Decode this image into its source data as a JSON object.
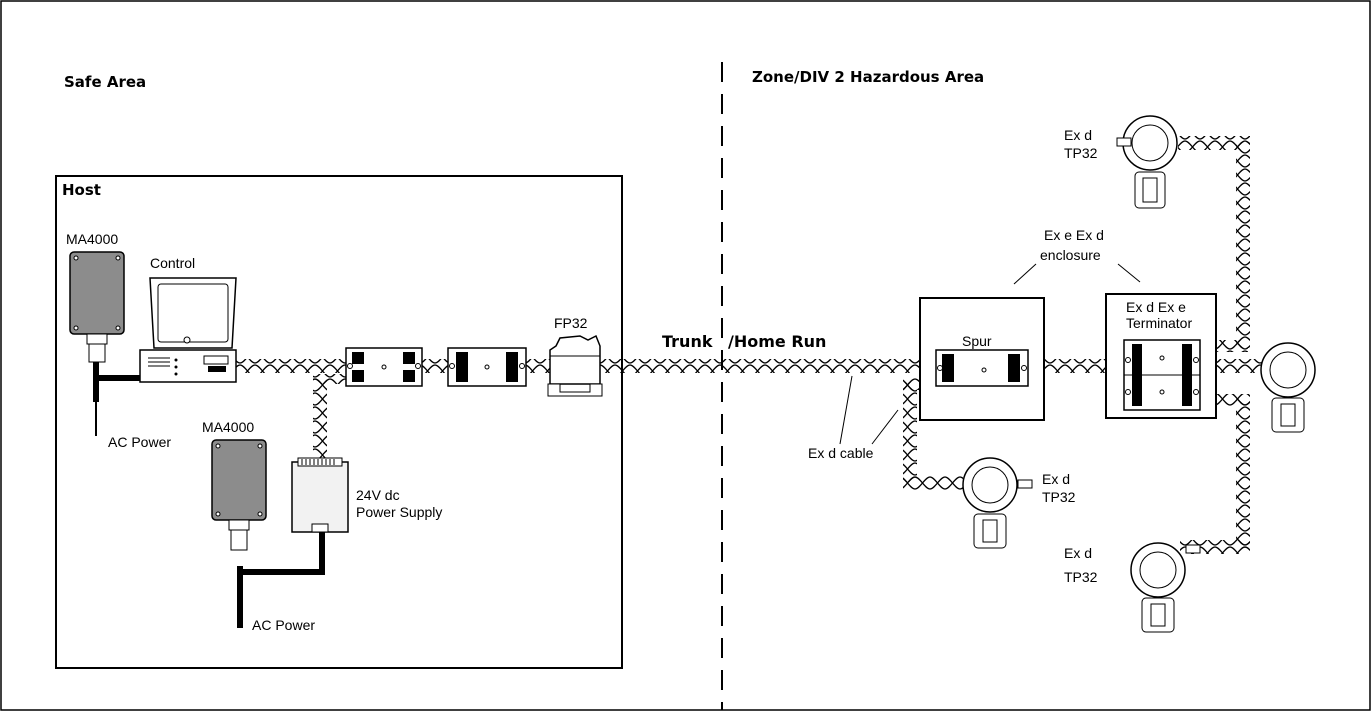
{
  "areas": {
    "safe": "Safe Area",
    "hazardous": "Zone/DIV 2 Hazardous Area"
  },
  "host": {
    "title": "Host",
    "ma4000_top": "MA4000",
    "control": "Control",
    "ac_power_top": "AC Power",
    "ma4000_bottom": "MA4000",
    "ac_power_bottom": "AC Power",
    "power_supply_line1": "24V dc",
    "power_supply_line2": "Power Supply",
    "fp32": "FP32"
  },
  "trunk": {
    "label_left": "Trunk",
    "label_right": "/Home Run"
  },
  "hazardous": {
    "spur": "Spur",
    "enclosure_line1": "Ex e Ex d",
    "enclosure_line2": "enclosure",
    "terminator_line1": "Ex d Ex e",
    "terminator_line2": "Terminator",
    "cable": "Ex d cable",
    "tp_top_line1": "Ex d",
    "tp_top_line2": "TP32",
    "tp_mid_line1": "Ex d",
    "tp_mid_line2": "TP32",
    "tp_bottom_line1": "Ex d",
    "tp_bottom_line2": "TP32"
  },
  "colors": {
    "line": "#000000",
    "device_fill": "#8c8c8c",
    "panel_fill": "#f2f2f2"
  }
}
